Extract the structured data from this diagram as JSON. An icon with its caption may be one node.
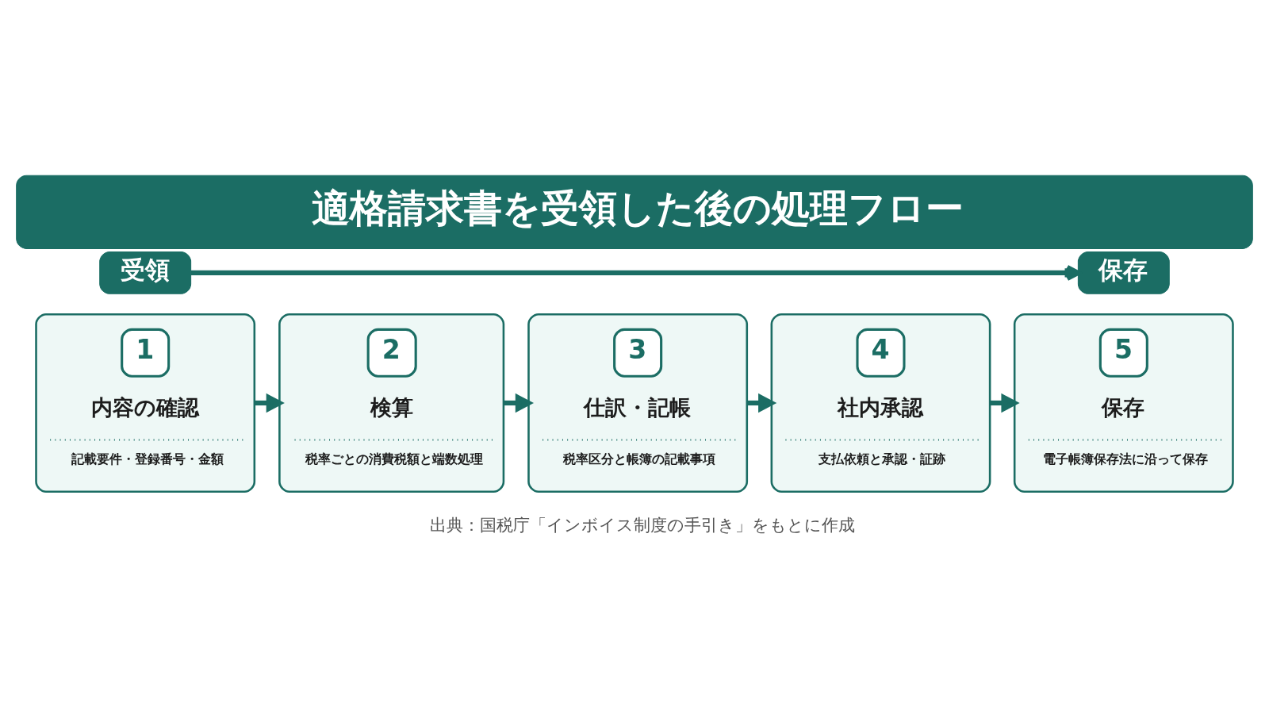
{
  "diagram": {
    "title": "適格請求書を受領した後の処理フロー",
    "caption": "出典：国税庁「インボイス制度の手引き」をもとに作成",
    "nodes": [
      {
        "text": [
          "受領"
        ]
      },
      {
        "text": [
          "保存"
        ]
      },
      {
        "text": [
          "1",
          "内容の確認",
          "記載要件・登録番号・金額"
        ]
      },
      {
        "text": [
          "2",
          "検算",
          "税率ごとの消費税額と端数処理"
        ]
      },
      {
        "text": [
          "3",
          "仕訳・記帳",
          "税率区分と帳簿の記載事項"
        ]
      },
      {
        "text": [
          "4",
          "社内承認",
          "支払依頼と承認・証跡"
        ]
      },
      {
        "text": [
          "5",
          "保存",
          "電子帳簿保存法に沿って保存"
        ]
      }
    ],
    "edges": [
      {
        "from": 0,
        "to": 1,
        "arrow": "to"
      },
      {
        "from": 2,
        "to": 3,
        "arrow": "to"
      },
      {
        "from": 3,
        "to": 4,
        "arrow": "to"
      },
      {
        "from": 4,
        "to": 5,
        "arrow": "to"
      },
      {
        "from": 5,
        "to": 6,
        "arrow": "to"
      }
    ]
  }
}
